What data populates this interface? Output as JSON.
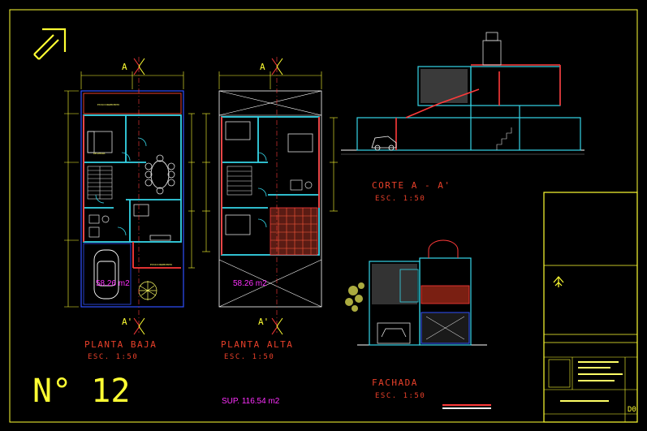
{
  "sheet": {
    "number_text": "N° 12",
    "total_area": "SUP. 116.54 m2"
  },
  "ground_floor": {
    "title": "PLANTA BAJA",
    "scale": "ESC. 1:50",
    "area": "58.26 m2"
  },
  "upper_floor": {
    "title": "PLANTA ALTA",
    "scale": "ESC. 1:50",
    "area": "58.26 m2"
  },
  "section": {
    "title": "CORTE A - A'",
    "scale": "ESC. 1:50"
  },
  "facade": {
    "title": "FACHADA",
    "scale": "ESC. 1:50"
  },
  "cut_markers": {
    "top_label": "A",
    "bottom_label": "A'"
  },
  "title_block": {
    "sheet_code": "D0"
  },
  "colors": {
    "background": "#000000",
    "label_red": "#e8402a",
    "area_magenta": "#ff30ff",
    "lines_yellow": "#ffff33",
    "walls_cyan": "#35d6e8",
    "walls_red": "#ff3a3a",
    "lines_blue": "#3050ff"
  },
  "icons": [
    "north-arrow-icon",
    "tree-icon",
    "car-icon"
  ]
}
